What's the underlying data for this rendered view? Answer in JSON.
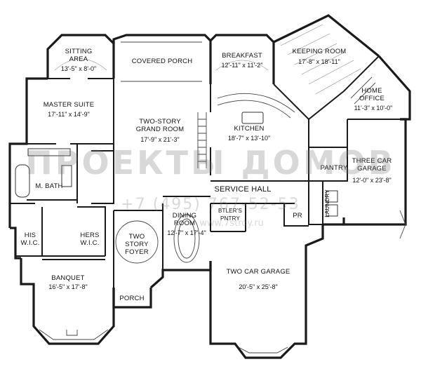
{
  "rooms": [
    {
      "id": "sitting",
      "name": "SITTING\nAREA",
      "dim": "13'-5\" x 8'-0\""
    },
    {
      "id": "covered-porch",
      "name": "COVERED PORCH",
      "dim": ""
    },
    {
      "id": "breakfast",
      "name": "BREAKFAST",
      "dim": "12'-11\" x 11'-2\""
    },
    {
      "id": "keeping",
      "name": "KEEPING ROOM",
      "dim": "17'-8\" x 18'-11\""
    },
    {
      "id": "master",
      "name": "MASTER SUITE",
      "dim": "17'-11\" x 14'-9\""
    },
    {
      "id": "grand",
      "name": "TWO-STORY\nGRAND ROOM",
      "dim": "17'-9\" x 21'-3\""
    },
    {
      "id": "kitchen",
      "name": "KITCHEN",
      "dim": "18'-7\" x 13'-10\""
    },
    {
      "id": "office",
      "name": "HOME\nOFFICE",
      "dim": "11'-3\" x 10'-0\""
    },
    {
      "id": "three-car",
      "name": "THREE CAR\nGARAGE",
      "dim": "12'-0\" x 23'-8\""
    },
    {
      "id": "mbath",
      "name": "M. BATH",
      "dim": ""
    },
    {
      "id": "pantry",
      "name": "PANTRY",
      "dim": ""
    },
    {
      "id": "service",
      "name": "SERVICE HALL",
      "dim": ""
    },
    {
      "id": "laundry",
      "name": "LAUNDRY",
      "dim": ""
    },
    {
      "id": "dining",
      "name": "DINING\nROOM",
      "dim": "12'-7\" x 17'-4\""
    },
    {
      "id": "butler",
      "name": "BTLER'S\nPNTRY",
      "dim": ""
    },
    {
      "id": "pr",
      "name": "PR",
      "dim": ""
    },
    {
      "id": "his",
      "name": "HIS\nW.I.C.",
      "dim": ""
    },
    {
      "id": "hers",
      "name": "HERS\nW.I.C.",
      "dim": ""
    },
    {
      "id": "foyer",
      "name": "TWO\nSTORY\nFOYER",
      "dim": ""
    },
    {
      "id": "banquet",
      "name": "BANQUET",
      "dim": "16'-5\" x 17'-8\""
    },
    {
      "id": "two-car",
      "name": "TWO CAR GARAGE",
      "dim": "20'-5\" x 25'-8\""
    },
    {
      "id": "porch",
      "name": "PORCH",
      "dim": ""
    }
  ],
  "watermark": {
    "brand": "ПРОЕКТЫ ДОМОВ",
    "phone": "+7 (495) 767-52-53",
    "site": "www.7stroy.ru"
  }
}
